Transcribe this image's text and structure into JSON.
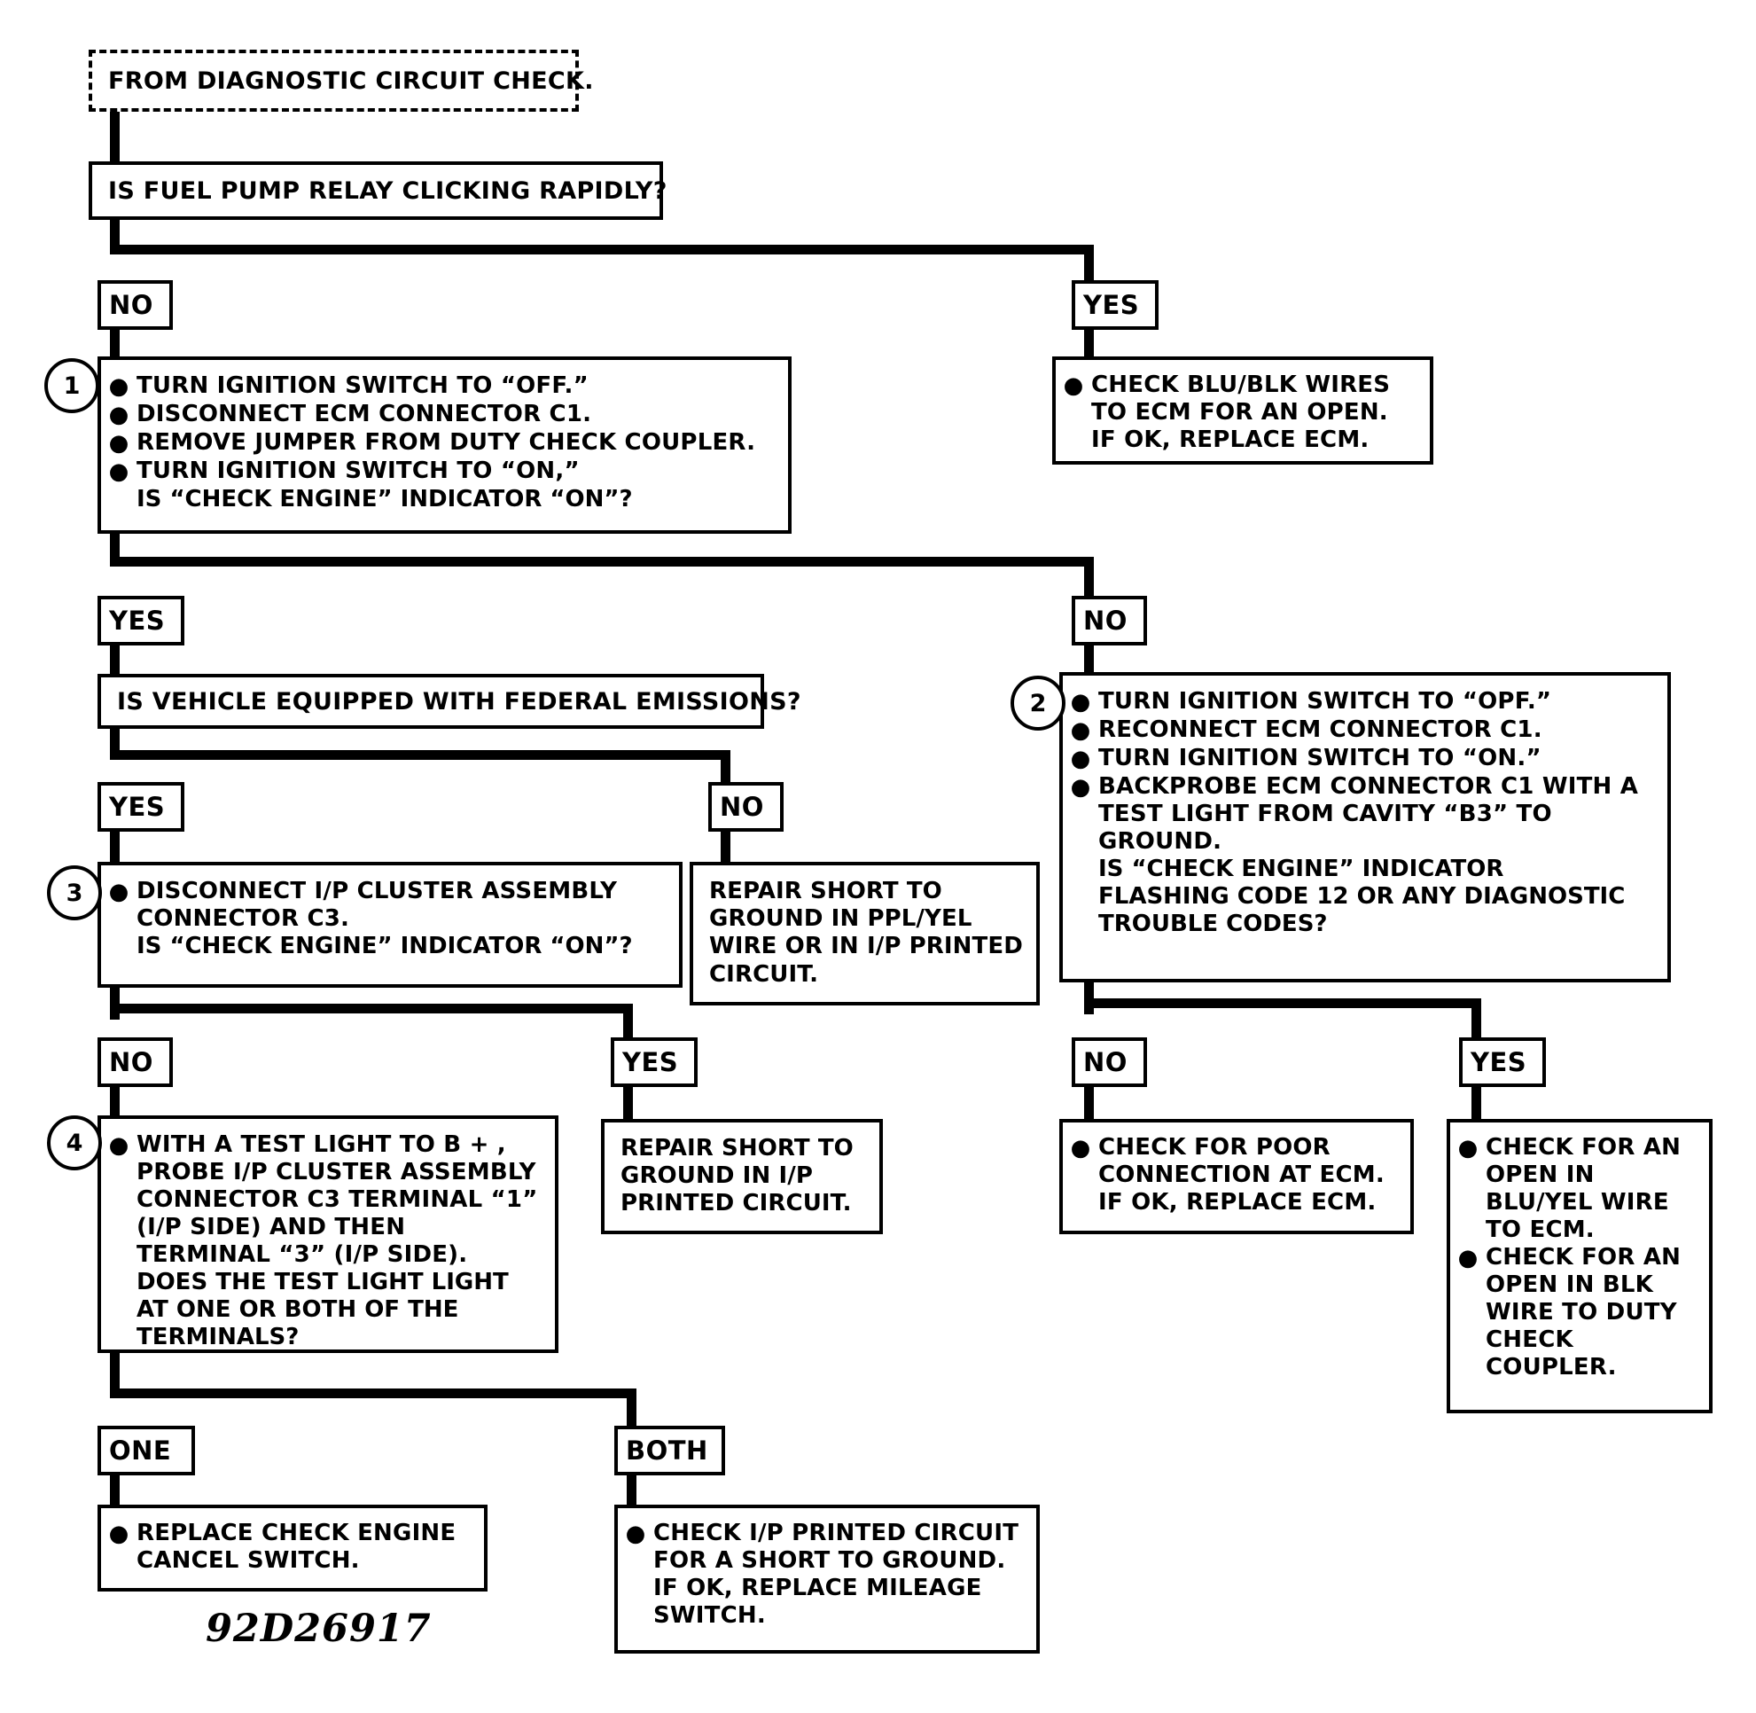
{
  "figure": {
    "id_label": "92D26917",
    "entry_note": "FROM DIAGNOSTIC CIRCUIT CHECK."
  },
  "questions": {
    "q1": "IS FUEL PUMP RELAY CLICKING RAPIDLY?",
    "q2": "IS VEHICLE EQUIPPED WITH FEDERAL EMISSIONS?"
  },
  "branch_labels": {
    "no1": "NO",
    "yes1": "YES",
    "yes2": "YES",
    "no2": "NO",
    "yes3": "YES",
    "no3": "NO",
    "no4": "NO",
    "yes4": "YES",
    "no5": "NO",
    "yes5": "YES",
    "one": "ONE",
    "both": "BOTH"
  },
  "step_markers": {
    "s1": "1",
    "s2": "2",
    "s3": "3",
    "s4": "4"
  },
  "steps": {
    "step1": {
      "bullets": [
        "TURN IGNITION SWITCH TO “OFF.”",
        "DISCONNECT ECM CONNECTOR C1.",
        "REMOVE JUMPER FROM DUTY CHECK COUPLER.",
        "TURN IGNITION SWITCH TO “ON,”"
      ],
      "continuation": "IS “CHECK ENGINE” INDICATOR “ON”?"
    },
    "step2": {
      "bullets": [
        "TURN IGNITION SWITCH TO “OPF.”",
        "RECONNECT ECM CONNECTOR C1.",
        "TURN IGNITION SWITCH TO “ON.”",
        "BACKPROBE ECM CONNECTOR C1 WITH A\nTEST LIGHT FROM CAVITY “B3” TO\nGROUND."
      ],
      "continuation": "IS “CHECK ENGINE” INDICATOR\nFLASHING CODE 12 OR ANY DIAGNOSTIC\nTROUBLE CODES?"
    },
    "step3": {
      "bullets": [
        "DISCONNECT I/P CLUSTER ASSEMBLY\nCONNECTOR C3."
      ],
      "continuation": "IS “CHECK ENGINE” INDICATOR “ON”?"
    },
    "step4": {
      "bullets": [
        "WITH A TEST LIGHT TO B + ,\nPROBE I/P CLUSTER ASSEMBLY\nCONNECTOR C3 TERMINAL “1”\n(I/P SIDE) AND THEN\nTERMINAL “3” (I/P SIDE)."
      ],
      "continuation": "DOES THE TEST LIGHT LIGHT\nAT ONE OR BOTH OF THE\nTERMINALS?"
    }
  },
  "outcomes": {
    "check_blu_blk": "CHECK BLU/BLK WIRES\nTO ECM FOR AN OPEN.\nIF OK, REPLACE ECM.",
    "repair_ppl_yel": "REPAIR SHORT TO\nGROUND IN PPL/YEL\nWIRE OR IN I/P PRINTED\nCIRCUIT.",
    "repair_ip_printed": "REPAIR SHORT TO\nGROUND IN I/P\nPRINTED CIRCUIT.",
    "check_poor_connection": "CHECK FOR POOR\nCONNECTION AT ECM.\nIF OK, REPLACE ECM.",
    "check_open_blu_yel": "CHECK FOR AN\nOPEN IN\nBLU/YEL WIRE\nTO ECM.",
    "check_open_blk": "CHECK FOR AN\nOPEN IN BLK\nWIRE TO DUTY\nCHECK\nCOUPLER.",
    "replace_cancel_switch": "REPLACE CHECK ENGINE\nCANCEL SWITCH.",
    "check_ip_short": "CHECK I/P PRINTED CIRCUIT\nFOR A SHORT TO GROUND.\nIF OK, REPLACE MILEAGE\nSWITCH."
  },
  "colors": {
    "ink": "#000000",
    "paper": "#ffffff"
  }
}
